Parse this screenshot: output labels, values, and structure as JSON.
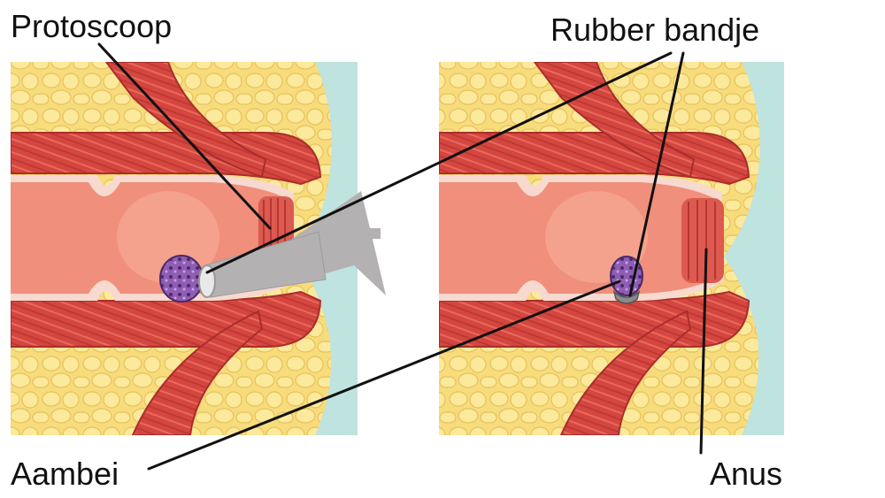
{
  "labels": {
    "protoscope": "Protoscoop",
    "rubber_band": "Rubber bandje",
    "hemorrhoid": "Aambei",
    "anus": "Anus"
  },
  "colors": {
    "fat": "#f7dc7c",
    "fat_cell": "#fbe99c",
    "fat_cell_edge": "#e9c05b",
    "muscle": "#d4463f",
    "muscle_dark": "#a82e2c",
    "muscle_stripe": "#e86a5c",
    "lumen": "#f08f7b",
    "lumen_light": "#f6ae9a",
    "mucosa_edge": "#f7d9cf",
    "skin": "#bfe3de",
    "hemorrhoid": "#7f4fa2",
    "hemorrhoid_dark": "#4a2a6a",
    "instrument": "#b3b1b2",
    "rubber_band": "#8a8a8a",
    "leader_line": "#111111"
  }
}
